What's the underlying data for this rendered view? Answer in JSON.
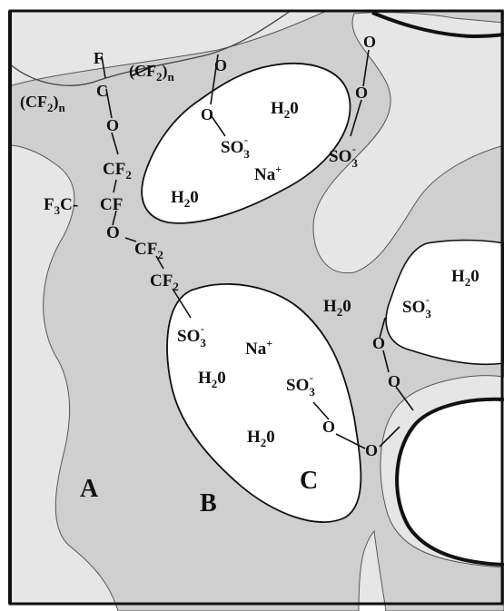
{
  "colors": {
    "region_a": "#e6e6e6",
    "region_b": "#cfcfcf",
    "region_c": "#ffffff",
    "outline": "#111111"
  },
  "regions": {
    "a": "A",
    "b": "B",
    "c": "C"
  },
  "chain": {
    "f_top": "F",
    "cf2_n_right": "(CF",
    "cf2_n_right_sub": "2",
    "cf2_n_right_close": ")",
    "cf2_n_right_n": "n",
    "cf2_n_left": "(CF",
    "cf2_n_left_sub": "2",
    "cf2_n_left_close": ")",
    "cf2_n_left_n": "n",
    "c_branch": "C",
    "o1": "O",
    "cf2_a": "CF",
    "cf2_a_sub": "2",
    "f3c": "F",
    "f3c_sub": "3",
    "f3c_rest": "C-",
    "cf": "CF",
    "o2": "O",
    "cf2_b": "CF",
    "cf2_b_sub": "2",
    "cf2_c": "CF",
    "cf2_c_sub": "2",
    "o_top_right": "O",
    "o_top_mid": "O",
    "o_top_chain1": "O",
    "o_top_chain2": "O",
    "o_right1": "O",
    "o_right2": "O",
    "o_right3": "O",
    "o_center1": "O",
    "o_center2": "O"
  },
  "labels": {
    "so3": "SO",
    "so3_sub": "3",
    "so3_sup": "-",
    "h2o": "H",
    "h2o_sub": "2",
    "h2o_rest": "0",
    "na": "Na",
    "na_sup": "+"
  }
}
